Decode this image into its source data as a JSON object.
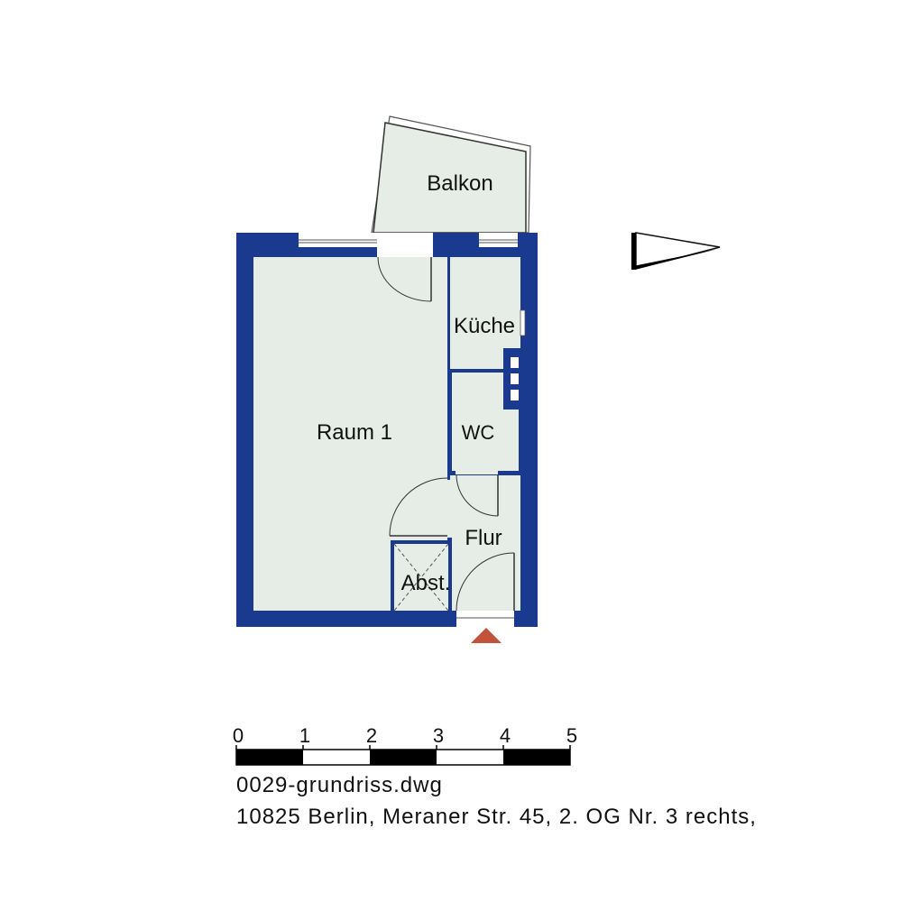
{
  "rooms": {
    "balcony": "Balkon",
    "kitchen": "Küche",
    "room1": "Raum 1",
    "wc": "WC",
    "hallway": "Flur",
    "storage": "Abst."
  },
  "scale_bar": {
    "ticks": [
      "0",
      "1",
      "2",
      "3",
      "4",
      "5"
    ]
  },
  "caption": {
    "file": "0029-grundriss.dwg",
    "address": "10825 Berlin, Meraner Str. 45, 2. OG Nr. 3 rechts,"
  },
  "colors": {
    "wall": "#1a3a8f",
    "floor": "#e6ede6",
    "entrance_marker": "#c0533a",
    "scale_dark": "#000000",
    "scale_light": "#ffffff"
  },
  "icons": {
    "north": "north-arrow-icon",
    "entrance": "entrance-triangle-icon"
  }
}
